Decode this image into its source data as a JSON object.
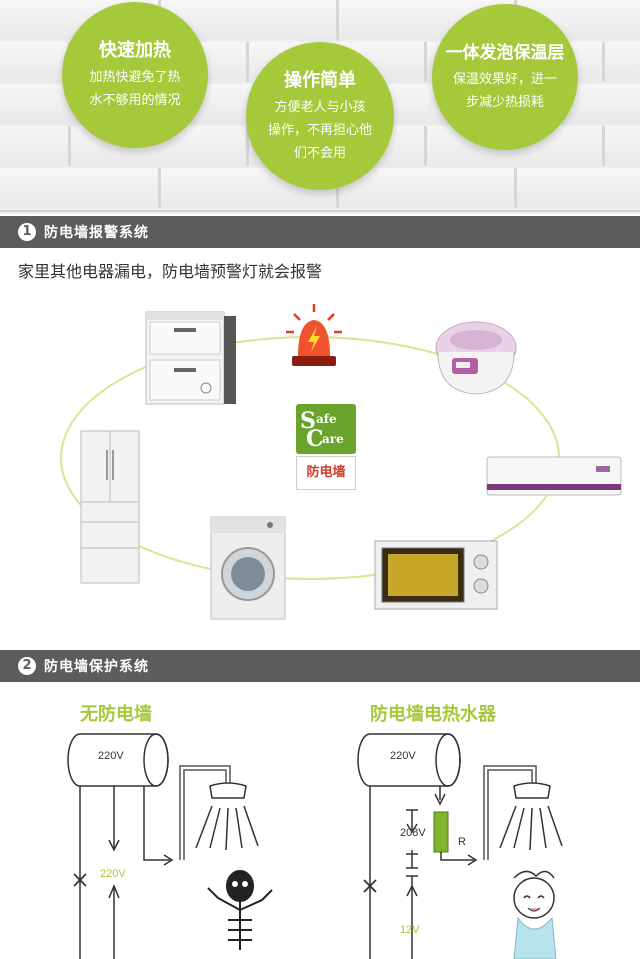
{
  "features": [
    {
      "title": "快速加热",
      "lines": [
        "加热快避免了热",
        "水不够用的情况"
      ]
    },
    {
      "title": "操作简单",
      "lines": [
        "方便老人与小孩",
        "操作，不再担心他",
        "们不会用"
      ]
    },
    {
      "title": "一体发泡保温层",
      "lines": [
        "保温效果好，进一",
        "步减少热损耗"
      ]
    }
  ],
  "section1": {
    "num": "1",
    "title": "防电墙报警系统",
    "caption": "家里其他电器漏电，防电墙预警灯就会报警"
  },
  "logo": {
    "s": "S",
    "afe": "afe",
    "c": "C",
    "are": "are",
    "cn": "防电墙"
  },
  "section2": {
    "num": "2",
    "title": "防电墙保护系统"
  },
  "left_diagram": {
    "title": "无防电墙",
    "tank_voltage": "220V",
    "line_voltage": "220V"
  },
  "right_diagram": {
    "title": "防电墙电热水器",
    "tank_voltage": "220V",
    "wall_drop": "208V",
    "resistor": "R",
    "safe_voltage": "12V"
  },
  "colors": {
    "accent": "#a6c83b",
    "bar": "#5c5c5c",
    "alarm": "#e63a1f"
  }
}
